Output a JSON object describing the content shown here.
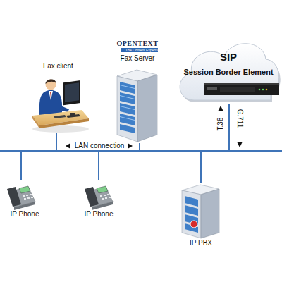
{
  "diagram": {
    "nodes": [
      {
        "text": [
          "Fax client"
        ]
      },
      {
        "text": [
          "OPENTEXT",
          "The Content Experts",
          "Fax Server"
        ]
      },
      {
        "text": [
          "SIP",
          "Session Border Element"
        ]
      },
      {
        "text": [
          "LAN connection"
        ]
      },
      {
        "text": [
          "IP Phone"
        ]
      },
      {
        "text": [
          "IP Phone"
        ]
      },
      {
        "text": [
          "IP PBX"
        ]
      }
    ],
    "edges": [
      {
        "from": 0,
        "to": 3,
        "arrow": "none"
      },
      {
        "from": 1,
        "to": 3,
        "arrow": "none"
      },
      {
        "from": 2,
        "to": 3,
        "arrow": "none"
      },
      {
        "from": 3,
        "to": 4,
        "arrow": "none"
      },
      {
        "from": 3,
        "to": 5,
        "arrow": "none"
      },
      {
        "from": 3,
        "to": 6,
        "arrow": "none"
      }
    ],
    "labels": [
      "T.38",
      "G.711"
    ]
  }
}
